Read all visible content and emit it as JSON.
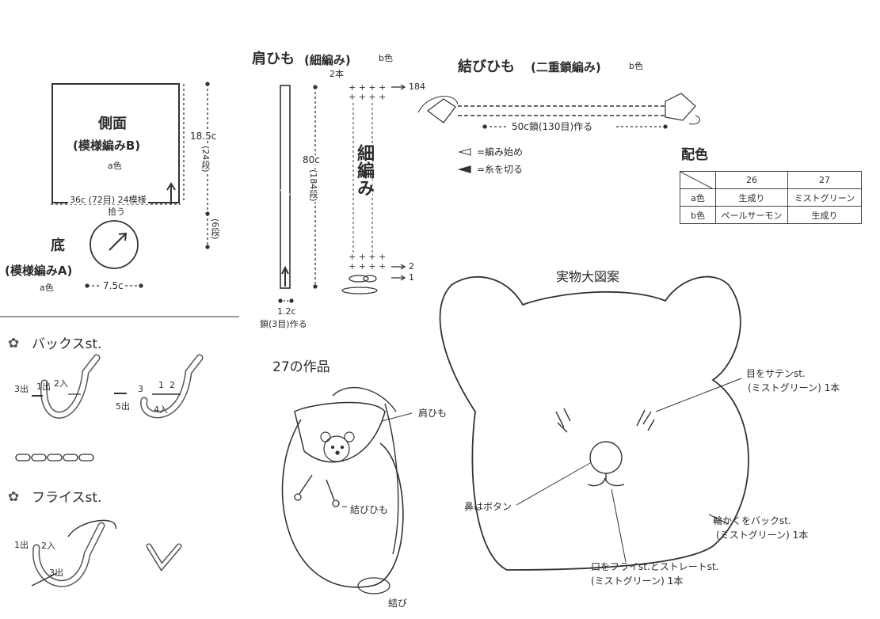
{
  "side_panel": {
    "title": "側面",
    "pattern": "(模様編みB)",
    "color": "a色",
    "width_label": "36c (72目) 24模様",
    "pickup_label": "拾う",
    "height_cm": "18.5c",
    "height_rows": "(24段)",
    "extra_rows": "(6段)"
  },
  "bottom_panel": {
    "title": "底",
    "pattern": "(模様編みA)",
    "color": "a色",
    "diameter": "7.5c"
  },
  "shoulder_strap": {
    "title": "肩ひも",
    "technique": "(細編み)",
    "color": "b色",
    "count": "2本",
    "length": "80c",
    "rows": "(184段)",
    "vertical_label": "細編み",
    "width": "1.2c",
    "chain": "鎖(3目)作る",
    "row_top": "184",
    "row_2": "2",
    "row_1": "1"
  },
  "tie_string": {
    "title": "結びひも",
    "technique": "(二重鎖編み)",
    "color": "b色",
    "chain_label": "50c鎖(130目)作る"
  },
  "legend": {
    "start": "=編み始め",
    "cut": "=糸を切る"
  },
  "color_scheme": {
    "title": "配色",
    "headers": [
      "26",
      "27"
    ],
    "rows": [
      {
        "label": "a色",
        "values": [
          "生成り",
          "ミストグリーン"
        ]
      },
      {
        "label": "b色",
        "values": [
          "ペールサーモン",
          "生成り"
        ]
      }
    ]
  },
  "back_stitch": {
    "title": "バックスst.",
    "labels": [
      "3出",
      "1出",
      "2入",
      "5出",
      "3",
      "1",
      "2",
      "4入"
    ]
  },
  "fly_stitch": {
    "title": "フライスst.",
    "labels": [
      "1出",
      "2入",
      "3出"
    ]
  },
  "work27": {
    "title": "27の作品",
    "strap": "肩ひも",
    "tie": "結びひも",
    "bottom_cut": "結び"
  },
  "full_size": {
    "title": "実物大図案",
    "eye": "目をサテンst.",
    "eye_color": "(ミストグリーン) 1本",
    "nose": "鼻はボタン",
    "outline": "輪かくをバックst.",
    "outline_color": "(ミストグリーン) 1本",
    "mouth": "口をフライst.とストレートst.",
    "mouth_color": "(ミストグリーン) 1本"
  }
}
